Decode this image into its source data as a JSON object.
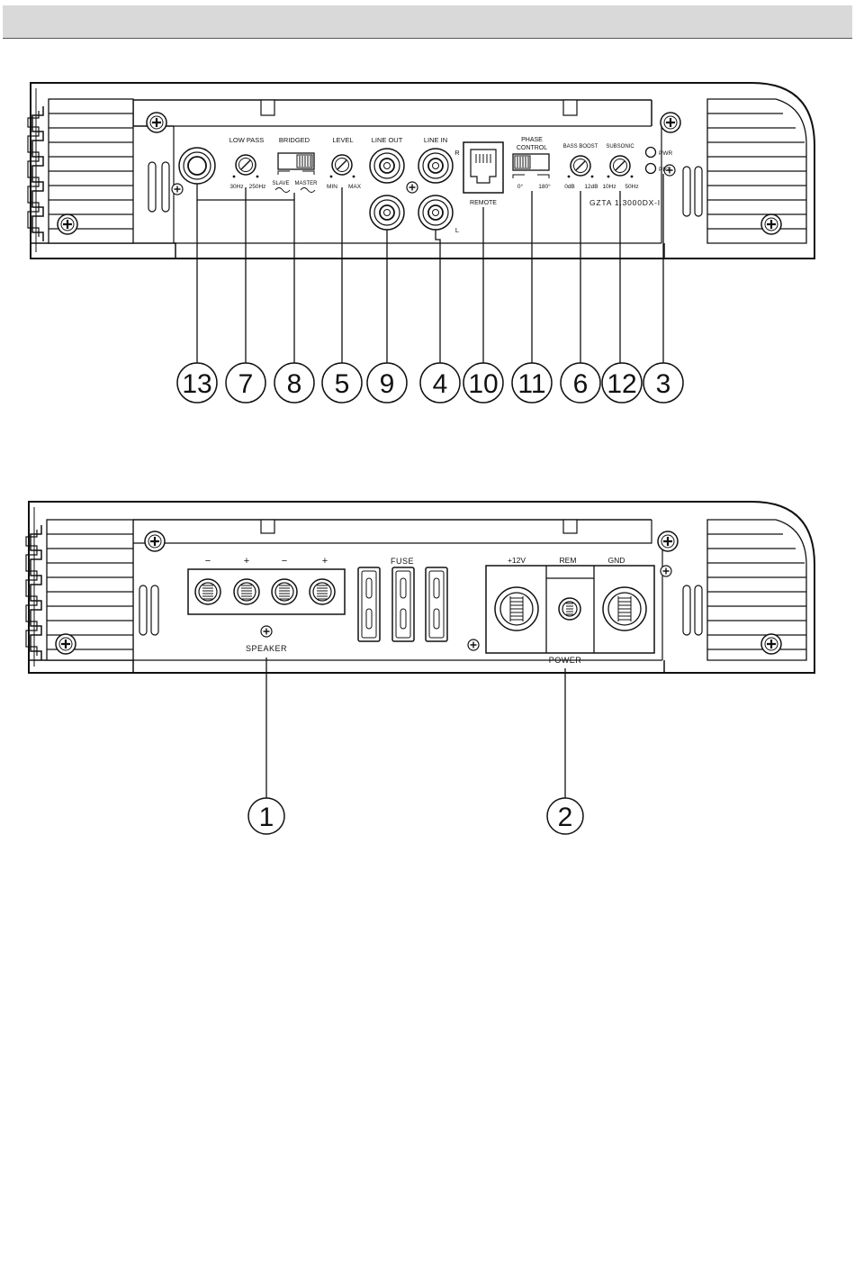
{
  "front_panel": {
    "low_pass": {
      "title": "LOW PASS",
      "min": "30Hz",
      "max": "250Hz"
    },
    "bridged": {
      "title": "BRIDGED",
      "slave": "SLAVE",
      "master": "MASTER"
    },
    "level": {
      "title": "LEVEL",
      "min": "MIN",
      "max": "MAX"
    },
    "line_out": "LINE OUT",
    "line_in": "LINE IN",
    "right": "R",
    "left": "L",
    "remote": "REMOTE",
    "phase_control": {
      "title1": "PHASE",
      "title2": "CONTROL",
      "min": "0°",
      "max": "180°"
    },
    "bass_boost": {
      "title": "BASS BOOST",
      "min": "0dB",
      "max": "12dB"
    },
    "subsonic": {
      "title": "SUBSONIC",
      "min": "10Hz",
      "max": "50Hz"
    },
    "pwr": "PWR",
    "prt": "PRT",
    "model": "GZTA 1.3000DX-II",
    "callouts": [
      "13",
      "7",
      "8",
      "5",
      "9",
      "4",
      "10",
      "11",
      "6",
      "12",
      "3"
    ]
  },
  "rear_panel": {
    "speaker_signs": [
      "−",
      "+",
      "−",
      "+"
    ],
    "speaker": "SPEAKER",
    "fuse": "FUSE",
    "plus12v": "+12V",
    "rem": "REM",
    "gnd": "GND",
    "power": "POWER",
    "callouts": [
      "1",
      "2"
    ]
  },
  "colors": {
    "line": "#111111",
    "header": "#d9d9d9"
  }
}
